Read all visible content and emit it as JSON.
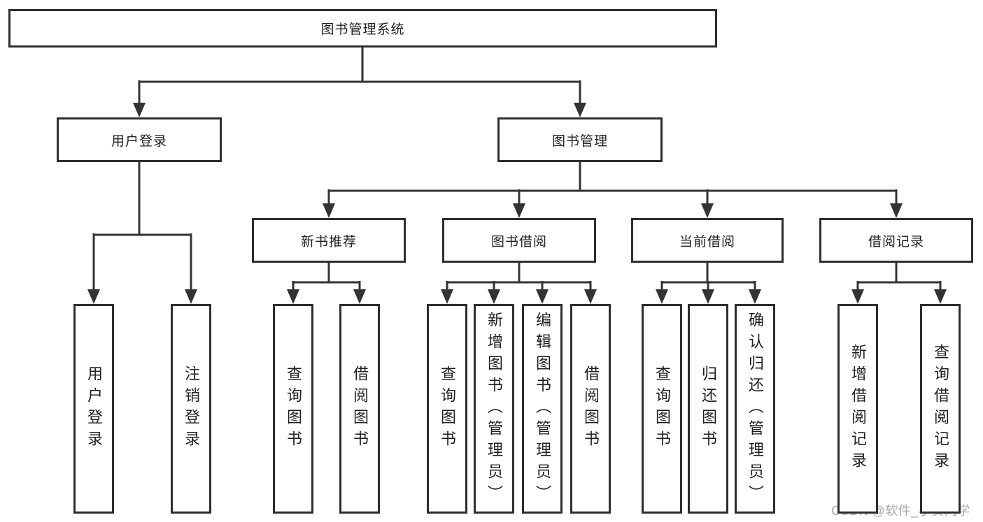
{
  "tree": {
    "root": "图书管理系统",
    "branches": [
      {
        "label": "用户登录",
        "children": [
          "用户登录",
          "注销登录"
        ]
      },
      {
        "label": "图书管理",
        "children": [
          {
            "label": "新书推荐",
            "children": [
              "查询图书",
              "借阅图书"
            ]
          },
          {
            "label": "图书借阅",
            "children": [
              "查询图书",
              "新增图书（管理员）",
              "编辑图书（管理员）",
              "借阅图书"
            ]
          },
          {
            "label": "当前借阅",
            "children": [
              "查询图书",
              "归还图书",
              "确认归还（管理员）"
            ]
          },
          {
            "label": "借阅记录",
            "children": [
              "新增借阅记录",
              "查询借阅记录"
            ]
          }
        ]
      }
    ]
  },
  "watermark": "CSDN @软件_小贺同学",
  "colors": {
    "line": "#333333",
    "border": "#2e2e2e",
    "text": "#1f1f1f",
    "background": "#ffffff",
    "watermark": "#a9a9a9"
  }
}
